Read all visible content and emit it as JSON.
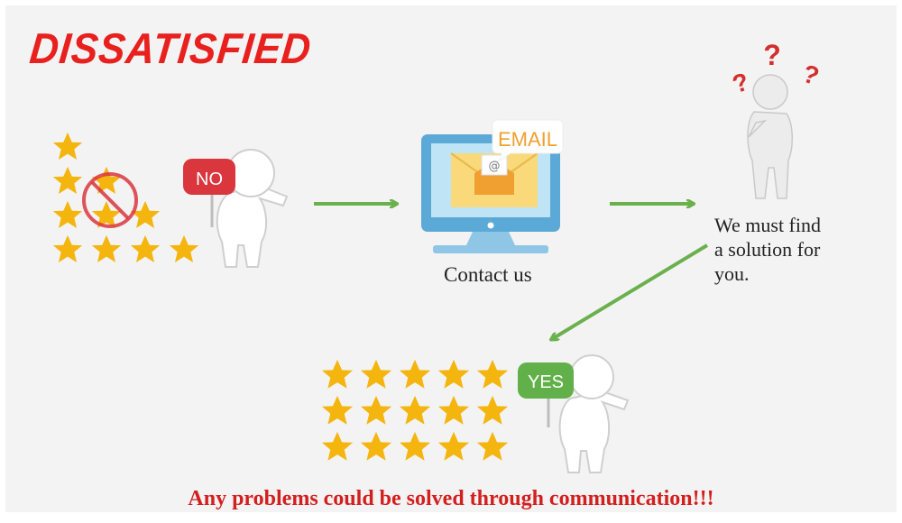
{
  "title": "DISSATISFIED",
  "no_sign": "NO",
  "email_tag": "EMAIL",
  "at_symbol": "@",
  "contact_label": "Contact us",
  "solution_lines": [
    "We must find",
    "a solution for",
    "you."
  ],
  "yes_sign": "YES",
  "question_marks": [
    "?",
    "?",
    "?"
  ],
  "footer": "Any problems could be solved through communication!!!",
  "colors": {
    "title_red": "#e8201e",
    "star_gold": "#f5b50f",
    "arrow_green": "#6ab04c",
    "no_sign_red": "#d9363e",
    "yes_sign_green": "#62b04a",
    "email_orange": "#f0a030",
    "monitor_blue": "#5aa9d6",
    "footer_red": "#d41f1f"
  },
  "icons": [
    "star-icon",
    "no-entry-icon",
    "person-figure-icon",
    "computer-monitor-icon",
    "envelope-icon",
    "thinking-person-icon",
    "question-mark-icon",
    "arrow-right-icon"
  ]
}
